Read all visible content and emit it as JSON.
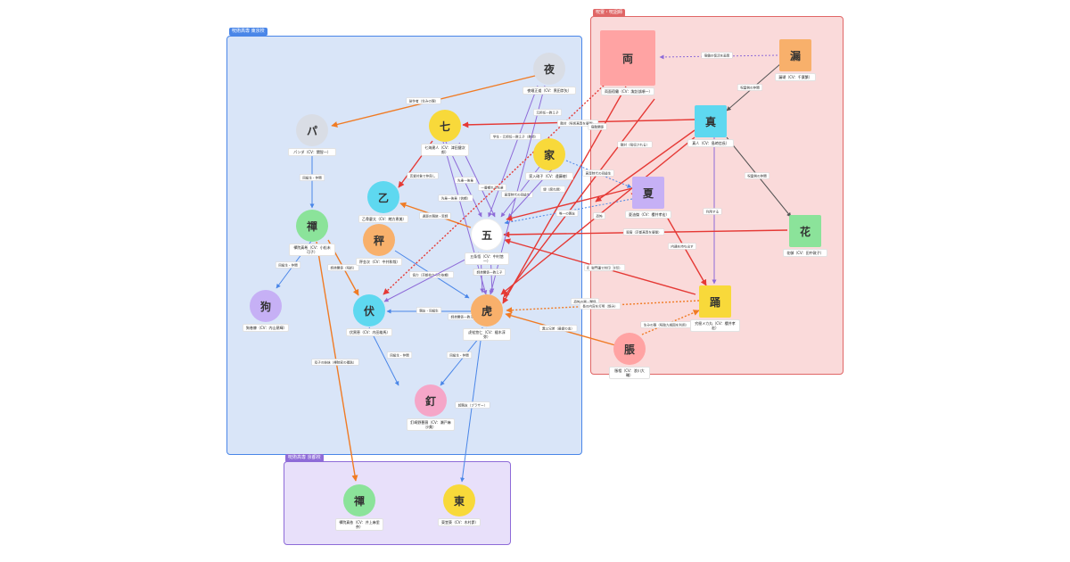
{
  "groups": [
    {
      "id": "tokyo",
      "label": "呪術高専 東京校",
      "color": "#4a86e8",
      "fill": "#d9e5f8"
    },
    {
      "id": "kyoto",
      "label": "呪術高専 京都校",
      "color": "#8e6bd8",
      "fill": "#e8e0fa"
    },
    {
      "id": "curse",
      "label": "呪霊・呪詛師",
      "color": "#e06666",
      "fill": "#fadada"
    }
  ],
  "nodes": [
    {
      "id": "yo",
      "char": "夜",
      "label": "夜蛾正道（CV：黒田崇矢）",
      "color": "#d9dde5",
      "shape": "round"
    },
    {
      "id": "pa",
      "char": "パ",
      "label": "パンダ（CV：関智一）",
      "color": "#d9dde5",
      "shape": "round"
    },
    {
      "id": "nana",
      "char": "七",
      "label": "七海建人（CV：津田健次郎）",
      "color": "#f8d93a",
      "shape": "round"
    },
    {
      "id": "ie",
      "char": "家",
      "label": "家入硝子（CV：遠藤綾）",
      "color": "#f8d93a",
      "shape": "round"
    },
    {
      "id": "otsu",
      "char": "乙",
      "label": "乙骨憂太（CV：緒方恵美）",
      "color": "#5ed8f0",
      "shape": "round"
    },
    {
      "id": "maki",
      "char": "禪",
      "label": "禪院真希（CV：小松未可子）",
      "color": "#8be39a",
      "shape": "round"
    },
    {
      "id": "toge",
      "char": "秤",
      "label": "秤金次（CV：中井和哉）",
      "color": "#f8b06b",
      "shape": "round"
    },
    {
      "id": "go",
      "char": "五",
      "label": "五条悟（CV：中村悠一）",
      "color": "#ffffff",
      "shape": "round"
    },
    {
      "id": "inu",
      "char": "狗",
      "label": "狗巻棘（CV：内山昂輝）",
      "color": "#c6b0f5",
      "shape": "round"
    },
    {
      "id": "fushi",
      "char": "伏",
      "label": "伏黒恵（CV：内田雄馬）",
      "color": "#5ed8f0",
      "shape": "round"
    },
    {
      "id": "tora",
      "char": "虎",
      "label": "虎杖悠仁（CV：榎木淳弥）",
      "color": "#f8b06b",
      "shape": "round"
    },
    {
      "id": "kugi",
      "char": "釘",
      "label": "釘崎野薔薇（CV：瀬戸麻沙美）",
      "color": "#f5a6c8",
      "shape": "round"
    },
    {
      "id": "mai",
      "char": "禪",
      "label": "禪院真依（CV：井上麻里奈）",
      "color": "#8be39a",
      "shape": "round"
    },
    {
      "id": "todo",
      "char": "東",
      "label": "東堂葵（CV：木村昴）",
      "color": "#f8d93a",
      "shape": "round"
    },
    {
      "id": "ryo",
      "char": "両",
      "label": "両面宿儺（CV：諏訪部順一）",
      "color": "#ffa3a3",
      "shape": "square"
    },
    {
      "id": "jogo",
      "char": "漏",
      "label": "漏瑚（CV：千葉繁）",
      "color": "#f8b06b",
      "shape": "square"
    },
    {
      "id": "mahi",
      "char": "真",
      "label": "真人（CV：島﨑信長）",
      "color": "#5ed8f0",
      "shape": "square"
    },
    {
      "id": "ge",
      "char": "夏",
      "label": "夏油傑（CV：櫻井孝宏）",
      "color": "#c6b0f5",
      "shape": "square"
    },
    {
      "id": "hana",
      "char": "花",
      "label": "花御（CV：田中敦子）",
      "color": "#8be39a",
      "shape": "square"
    },
    {
      "id": "mechamaru",
      "char": "踊",
      "label": "究極メカ丸（CV：櫻井孝宏）",
      "color": "#f8d93a",
      "shape": "square"
    },
    {
      "id": "cho",
      "char": "脹",
      "label": "脹相（CV：浪川大輔）",
      "color": "#ffa3a3",
      "shape": "round"
    }
  ],
  "edges": [
    {
      "label": "製作者（生みの親）",
      "color": "#f07b24"
    },
    {
      "label": "同級生・仲間",
      "color": "#4a86e8"
    },
    {
      "label": "同級生・仲間",
      "color": "#4a86e8"
    },
    {
      "label": "協力（京都校からの依頼）",
      "color": "#4a86e8"
    },
    {
      "label": "同級生・仲間",
      "color": "#4a86e8"
    },
    {
      "label": "同級生・仲間",
      "color": "#4a86e8"
    },
    {
      "label": "親友・同級生",
      "color": "#4a86e8"
    },
    {
      "label": "超親友（ブラザー）",
      "color": "#4a86e8"
    },
    {
      "label": "双子の姉妹（禪院家の確執）",
      "color": "#f07b24"
    },
    {
      "label": "師弟関係（呪術）",
      "color": "#f07b24"
    },
    {
      "label": "敵対（渋谷事変で封印）",
      "color": "#e53935"
    },
    {
      "label": "恐怖の器・関係",
      "color": "#e53935"
    },
    {
      "label": "宿儺の復活を画策",
      "color": "#8e6bd8"
    },
    {
      "label": "呪霊側の仲間",
      "color": "#555555"
    },
    {
      "label": "呪霊側の仲間",
      "color": "#555555"
    },
    {
      "label": "利用する",
      "color": "#8e6bd8"
    },
    {
      "label": "殺害（京都高専を襲撃）",
      "color": "#e53935"
    },
    {
      "label": "宿敵・因縁",
      "color": "#e53935"
    },
    {
      "label": "生みの親（呪胎九相図を利用）",
      "color": "#f07b24"
    },
    {
      "label": "異父兄弟（最愛の血）",
      "color": "#f07b24"
    },
    {
      "label": "長の内容を打明（恨み）",
      "color": "#f07b24"
    },
    {
      "label": "唯一の親友",
      "color": "#4a86e8"
    },
    {
      "label": "学生・元担任一教え子（教師）",
      "color": "#8e6bd8"
    },
    {
      "label": "元担任一教え子",
      "color": "#8e6bd8"
    },
    {
      "label": "恋愛対象で仲良し",
      "color": "#e53935"
    },
    {
      "label": "先輩一後輩",
      "color": "#8e6bd8"
    },
    {
      "label": "先輩一後輩（信頼）",
      "color": "#8e6bd8"
    },
    {
      "label": "一番頼れる先輩",
      "color": "#8e6bd8"
    },
    {
      "label": "高専時代の同級生",
      "color": "#8e6bd8"
    },
    {
      "label": "高専時代の同級生",
      "color": "#4a86e8"
    },
    {
      "label": "縁（腐れ縁）",
      "color": "#8e6bd8"
    },
    {
      "label": "元担任一教え子",
      "color": "#8e6bd8"
    },
    {
      "label": "師弟関係一教え子",
      "color": "#8e6bd8"
    },
    {
      "label": "師弟関係一教え子",
      "color": "#8e6bd8"
    },
    {
      "label": "遠距の親族・思師",
      "color": "#f07b24"
    },
    {
      "label": "敵対（吸収される）",
      "color": "#e53935"
    },
    {
      "label": "憎悪",
      "color": "#e53935"
    },
    {
      "label": "敵対（呪術高専を襲撃）",
      "color": "#e53935"
    },
    {
      "label": "宿敵関係",
      "color": "#e53935"
    },
    {
      "label": "内通を持ち出す",
      "color": "#e53935"
    },
    {
      "label": "獄門疆で封印",
      "color": "#e53935"
    },
    {
      "label": "恐怖",
      "color": "#e53935"
    }
  ]
}
